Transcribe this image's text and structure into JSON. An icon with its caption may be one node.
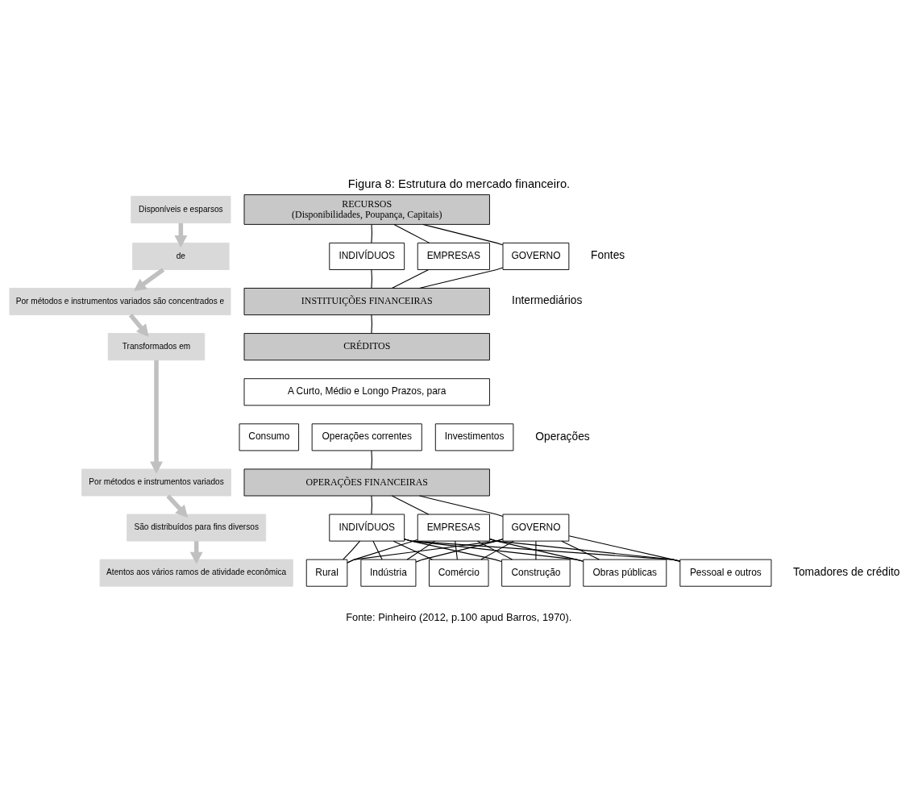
{
  "diagram": {
    "title": "Figura 8: Estrutura do mercado financeiro.",
    "caption": "Fonte: Pinheiro (2012, p.100 apud Barros, 1970).",
    "nodes": [
      {
        "text": [
          "Disponíveis e esparsos"
        ]
      },
      {
        "text": [
          "de"
        ]
      },
      {
        "text": [
          "Por métodos e instrumentos variados são concentrados e"
        ]
      },
      {
        "text": [
          "Transformados em"
        ]
      },
      {
        "text": [
          "Por métodos e instrumentos variados"
        ]
      },
      {
        "text": [
          "São distribuídos para fins diversos"
        ]
      },
      {
        "text": [
          "Atentos aos vários ramos de atividade econômica"
        ]
      },
      {
        "text": [
          "RECURSOS",
          "(Disponibilidades, Poupança, Capitais)"
        ]
      },
      {
        "text": [
          "INDIVÍDUOS"
        ]
      },
      {
        "text": [
          "EMPRESAS"
        ]
      },
      {
        "text": [
          "GOVERNO"
        ]
      },
      {
        "text": [
          "INSTITUIÇÕES FINANCEIRAS"
        ]
      },
      {
        "text": [
          "CRÉDITOS"
        ]
      },
      {
        "text": [
          "A Curto, Médio e Longo Prazos, para"
        ]
      },
      {
        "text": [
          "Consumo"
        ]
      },
      {
        "text": [
          "Operações correntes"
        ]
      },
      {
        "text": [
          "Investimentos"
        ]
      },
      {
        "text": [
          "OPERAÇÕES FINANCEIRAS"
        ]
      },
      {
        "text": [
          "INDIVÍDUOS"
        ]
      },
      {
        "text": [
          "EMPRESAS"
        ]
      },
      {
        "text": [
          "GOVERNO"
        ]
      },
      {
        "text": [
          "Rural"
        ]
      },
      {
        "text": [
          "Indústria"
        ]
      },
      {
        "text": [
          "Comércio"
        ]
      },
      {
        "text": [
          "Construção"
        ]
      },
      {
        "text": [
          "Obras públicas"
        ]
      },
      {
        "text": [
          "Pessoal e outros"
        ]
      }
    ],
    "edges": [
      {
        "from": 0,
        "to": 1,
        "arrow": "to",
        "style": "thick",
        "color": "#c0c0c0"
      },
      {
        "from": 1,
        "to": 2,
        "arrow": "to",
        "style": "thick",
        "color": "#c0c0c0"
      },
      {
        "from": 2,
        "to": 3,
        "arrow": "to",
        "style": "thick",
        "color": "#c0c0c0"
      },
      {
        "from": 3,
        "to": 4,
        "arrow": "to",
        "style": "thick",
        "color": "#c0c0c0"
      },
      {
        "from": 4,
        "to": 5,
        "arrow": "to",
        "style": "thick",
        "color": "#c0c0c0"
      },
      {
        "from": 5,
        "to": 6,
        "arrow": "to",
        "style": "thick",
        "color": "#c0c0c0"
      },
      {
        "from": 7,
        "to": 8,
        "arrow": "none"
      },
      {
        "from": 7,
        "to": 9,
        "arrow": "none"
      },
      {
        "from": 7,
        "to": 10,
        "arrow": "none"
      },
      {
        "from": 8,
        "to": 11,
        "arrow": "none"
      },
      {
        "from": 9,
        "to": 11,
        "arrow": "none"
      },
      {
        "from": 10,
        "to": 11,
        "arrow": "none"
      },
      {
        "from": 11,
        "to": 12,
        "arrow": "none"
      },
      {
        "from": 15,
        "to": 17,
        "arrow": "none"
      },
      {
        "from": 17,
        "to": 18,
        "arrow": "none"
      },
      {
        "from": 17,
        "to": 19,
        "arrow": "none"
      },
      {
        "from": 17,
        "to": 20,
        "arrow": "none"
      },
      {
        "from": 18,
        "to": 21,
        "arrow": "none"
      },
      {
        "from": 18,
        "to": 22,
        "arrow": "none"
      },
      {
        "from": 18,
        "to": 23,
        "arrow": "none"
      },
      {
        "from": 18,
        "to": 24,
        "arrow": "none"
      },
      {
        "from": 18,
        "to": 25,
        "arrow": "none"
      },
      {
        "from": 18,
        "to": 26,
        "arrow": "none"
      },
      {
        "from": 19,
        "to": 21,
        "arrow": "none"
      },
      {
        "from": 19,
        "to": 22,
        "arrow": "none"
      },
      {
        "from": 19,
        "to": 23,
        "arrow": "none"
      },
      {
        "from": 19,
        "to": 24,
        "arrow": "none"
      },
      {
        "from": 19,
        "to": 25,
        "arrow": "none"
      },
      {
        "from": 19,
        "to": 26,
        "arrow": "none"
      },
      {
        "from": 20,
        "to": 21,
        "arrow": "none"
      },
      {
        "from": 20,
        "to": 22,
        "arrow": "none"
      },
      {
        "from": 20,
        "to": 23,
        "arrow": "none"
      },
      {
        "from": 20,
        "to": 24,
        "arrow": "none"
      },
      {
        "from": 20,
        "to": 25,
        "arrow": "none"
      },
      {
        "from": 20,
        "to": 26,
        "arrow": "none"
      }
    ],
    "labels": [
      "Fontes",
      "Intermediários",
      "Operações",
      "Tomadores de crédito"
    ]
  }
}
